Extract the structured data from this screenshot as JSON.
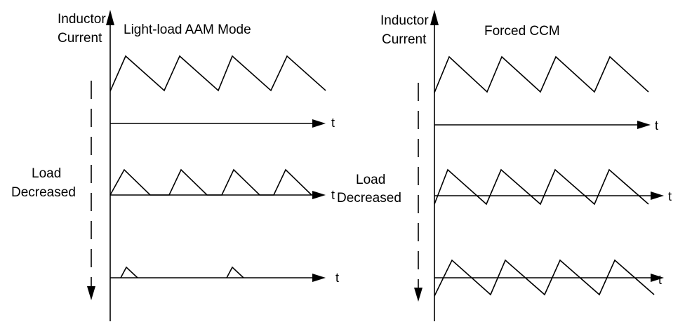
{
  "left_panel": {
    "y_label_line1": "Inductor",
    "y_label_line2": "Current",
    "title": "Light-load AAM Mode",
    "load_label_line1": "Load",
    "load_label_line2": "Decreased",
    "t_labels": [
      "t",
      "t",
      "t"
    ]
  },
  "right_panel": {
    "y_label_line1": "Inductor",
    "y_label_line2": "Current",
    "title": "Forced CCM",
    "load_label_line1": "Load",
    "load_label_line2": "Decreased",
    "t_labels": [
      "t",
      "t",
      "t"
    ]
  },
  "colors": {
    "stroke": "#000000",
    "background": "#ffffff"
  }
}
